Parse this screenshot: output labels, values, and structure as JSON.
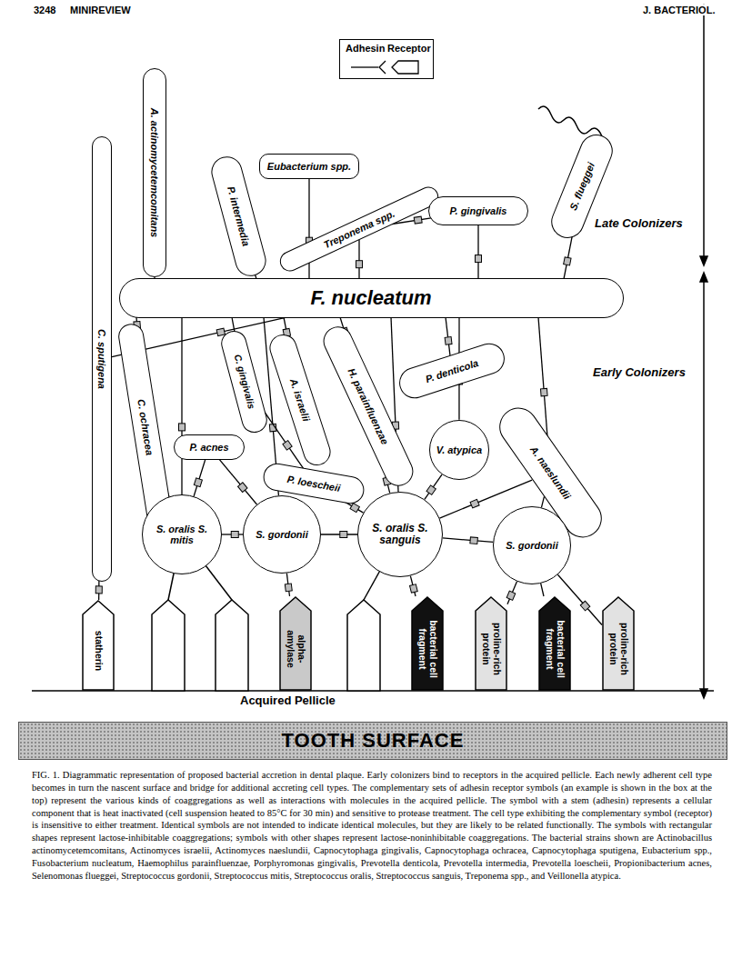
{
  "diagram": {
    "caption": "FIG. 1. Diagrammatic representation of proposed bacterial accretion in dental plaque. Early colonizers bind to receptors in the acquired pellicle. Each newly adherent cell type becomes in turn the nascent surface and bridge for additional accreting cell types. The complementary sets of adhesin receptor symbols (an example is shown in the box at the top) represent the various kinds of coaggregations as well as interactions with molecules in the acquired pellicle. The symbol with a stem (adhesin) represents a cellular component that is heat inactivated (cell suspension heated to 85°C for 30 min) and sensitive to protease treatment. The cell type exhibiting the complementary symbol (receptor) is insensitive to either treatment. Identical symbols are not intended to indicate identical molecules, but they are likely to be related functionally. The symbols with rectangular shapes represent lactose-inhibitable coaggregations; symbols with other shapes represent lactose-noninhibitable coaggregations. The bacterial strains shown are Actinobacillus actinomycetemcomitans, Actinomyces israelii, Actinomyces naeslundii, Capnocytophaga gingivalis, Capnocytophaga ochracea, Capnocytophaga sputigena, Eubacterium spp., Fusobacterium nucleatum, Haemophilus parainfluenzae, Porphyromonas gingivalis, Prevotella denticola, Prevotella intermedia, Prevotella loescheii, Propionibacterium acnes, Selenomonas flueggei, Streptococcus gordonii, Streptococcus mitis, Streptococcus oralis, Streptococcus sanguis, Treponema spp., and Veillonella atypica.",
    "nodes": [
      {
        "text": [
          "A. actinomycetemcomitans"
        ]
      },
      {
        "text": [
          "P. intermedia"
        ]
      },
      {
        "text": [
          "Eubacterium spp."
        ]
      },
      {
        "text": [
          "Treponema spp."
        ]
      },
      {
        "text": [
          "P. gingivalis"
        ]
      },
      {
        "text": [
          "S. flueggei"
        ]
      },
      {
        "text": [
          "F. nucleatum"
        ]
      },
      {
        "text": [
          "C. sputigena"
        ]
      },
      {
        "text": [
          "C. ochracea"
        ]
      },
      {
        "text": [
          "C. gingivalis"
        ]
      },
      {
        "text": [
          "A. israelii"
        ]
      },
      {
        "text": [
          "H. parainfluenzae"
        ]
      },
      {
        "text": [
          "P. denticola"
        ]
      },
      {
        "text": [
          "V. atypica"
        ]
      },
      {
        "text": [
          "A. naeslundii"
        ]
      },
      {
        "text": [
          "P. acnes"
        ]
      },
      {
        "text": [
          "P. loescheii"
        ]
      },
      {
        "text": [
          "S. oralis S. mitis"
        ]
      },
      {
        "text": [
          "S. gordonii"
        ]
      },
      {
        "text": [
          "S. oralis S. sanguis"
        ]
      },
      {
        "text": [
          "S. gordonii"
        ]
      },
      {
        "text": [
          "statherin"
        ]
      },
      {
        "text": [
          "alpha-amylase"
        ]
      },
      {
        "text": [
          "bacterial cell fragment"
        ]
      },
      {
        "text": [
          "proline-rich protein"
        ]
      },
      {
        "text": [
          "bacterial cell fragment"
        ]
      },
      {
        "text": [
          "proline-rich protein"
        ]
      },
      {
        "text": [
          "TOOTH SURFACE"
        ]
      }
    ],
    "edges": [
      {
        "from": 0,
        "to": 6,
        "arrow": "none"
      },
      {
        "from": 1,
        "to": 6,
        "arrow": "none"
      },
      {
        "from": 2,
        "to": 6,
        "arrow": "none"
      },
      {
        "from": 3,
        "to": 6,
        "arrow": "none"
      },
      {
        "from": 3,
        "to": 4,
        "arrow": "none"
      },
      {
        "from": 4,
        "to": 6,
        "arrow": "none"
      },
      {
        "from": 5,
        "to": 6,
        "arrow": "none"
      },
      {
        "from": 7,
        "to": 6,
        "arrow": "none"
      },
      {
        "from": 8,
        "to": 6,
        "arrow": "none"
      },
      {
        "from": 6,
        "to": 9,
        "arrow": "none"
      },
      {
        "from": 6,
        "to": 10,
        "arrow": "none"
      },
      {
        "from": 6,
        "to": 11,
        "arrow": "none"
      },
      {
        "from": 6,
        "to": 12,
        "arrow": "none"
      },
      {
        "from": 6,
        "to": 13,
        "arrow": "none"
      },
      {
        "from": 6,
        "to": 14,
        "arrow": "none"
      },
      {
        "from": 6,
        "to": 17,
        "arrow": "none"
      },
      {
        "from": 6,
        "to": 18,
        "arrow": "none"
      },
      {
        "from": 6,
        "to": 19,
        "arrow": "none"
      },
      {
        "from": 15,
        "to": 17,
        "arrow": "none"
      },
      {
        "from": 15,
        "to": 18,
        "arrow": "none"
      },
      {
        "from": 17,
        "to": 18,
        "arrow": "none"
      },
      {
        "from": 18,
        "to": 19,
        "arrow": "none"
      },
      {
        "from": 19,
        "to": 20,
        "arrow": "none"
      },
      {
        "from": 16,
        "to": 19,
        "arrow": "none"
      },
      {
        "from": 11,
        "to": 19,
        "arrow": "none"
      },
      {
        "from": 13,
        "to": 19,
        "arrow": "none"
      },
      {
        "from": 14,
        "to": 19,
        "arrow": "none"
      },
      {
        "from": 14,
        "to": 20,
        "arrow": "none"
      },
      {
        "from": 9,
        "to": 16,
        "arrow": "none"
      },
      {
        "from": 8,
        "to": 17,
        "arrow": "none"
      },
      {
        "from": 7,
        "to": 21,
        "arrow": "none"
      },
      {
        "from": 18,
        "to": 22,
        "arrow": "none"
      },
      {
        "from": 19,
        "to": 23,
        "arrow": "none"
      },
      {
        "from": 20,
        "to": 24,
        "arrow": "none"
      },
      {
        "from": 20,
        "to": 25,
        "arrow": "none"
      },
      {
        "from": 20,
        "to": 26,
        "arrow": "none"
      }
    ],
    "labels": [
      "3248",
      "MINIREVIEW",
      "J. BACTERIOL.",
      "Late Colonizers",
      "Early Colonizers",
      "Acquired Pellicle"
    ],
    "legend": [
      {
        "text": "Adhesin"
      },
      {
        "text": "Receptor"
      }
    ]
  }
}
